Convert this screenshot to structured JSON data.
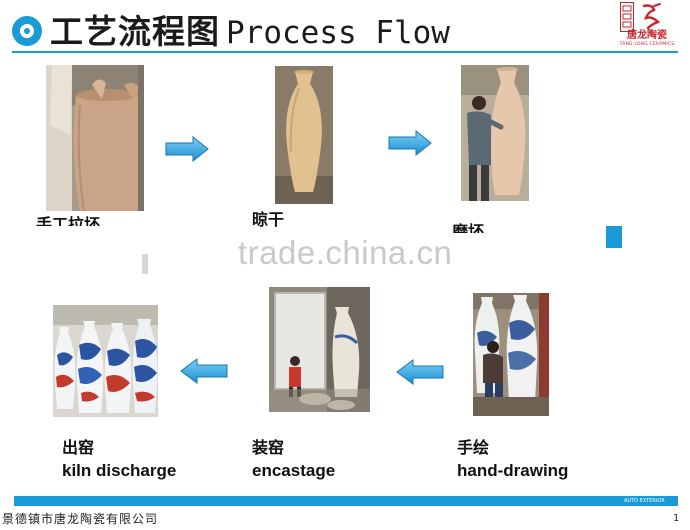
{
  "header": {
    "title_cn": "工艺流程图",
    "title_en": "Process Flow"
  },
  "logo": {
    "cn": "唐龙陶瓷",
    "en": "TANG LONG CERAMICS"
  },
  "steps": [
    {
      "cn": "手工拉坯",
      "en": ""
    },
    {
      "cn": "晾干",
      "en": ""
    },
    {
      "cn": "磨坯",
      "en": ""
    },
    {
      "cn": "手绘",
      "en": "hand-drawing"
    },
    {
      "cn": "装窑",
      "en": "encastage"
    },
    {
      "cn": "出窑",
      "en": "kiln discharge"
    }
  ],
  "watermark": "trade.china.cn",
  "footer": {
    "company": "景德镇市唐龙陶瓷有限公司",
    "tag": "AUTO EXTERIOR",
    "page": "1"
  },
  "colors": {
    "accent": "#1a9ad6",
    "logo_red": "#c8262e"
  }
}
